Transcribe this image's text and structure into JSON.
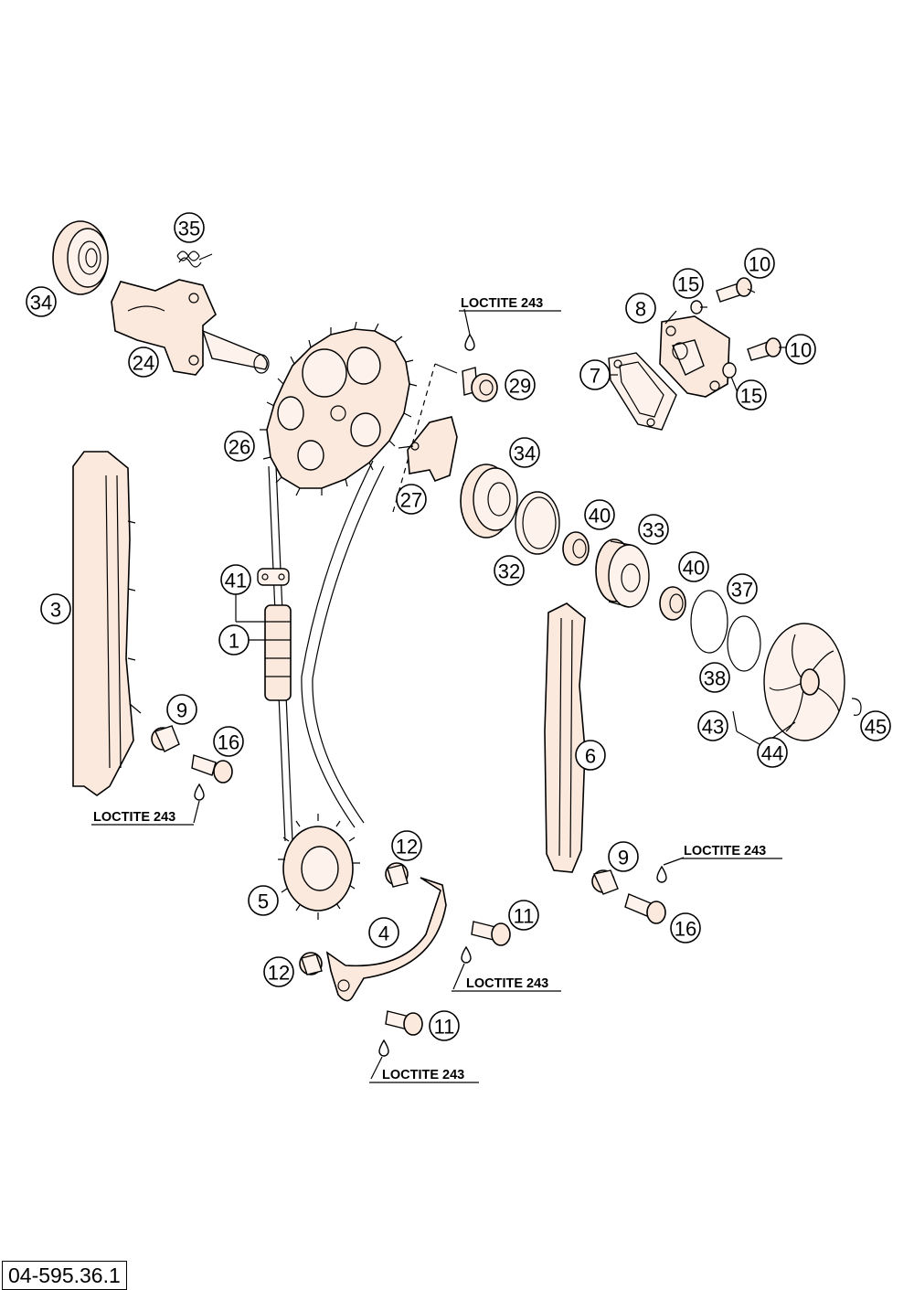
{
  "callout_labels": [
    "35",
    "34",
    "24",
    "10",
    "15",
    "8",
    "7",
    "10",
    "15",
    "29",
    "26",
    "27",
    "34",
    "3",
    "41",
    "40",
    "33",
    "32",
    "1",
    "40",
    "37",
    "38",
    "9",
    "16",
    "6",
    "43",
    "44",
    "45",
    "12",
    "9",
    "5",
    "4",
    "11",
    "16",
    "12",
    "11"
  ],
  "loctite_notes": [
    "LOCTITE 243",
    "LOCTITE 243",
    "LOCTITE 243",
    "LOCTITE 243",
    "LOCTITE 243"
  ],
  "reference_code": "04-595.36.1"
}
